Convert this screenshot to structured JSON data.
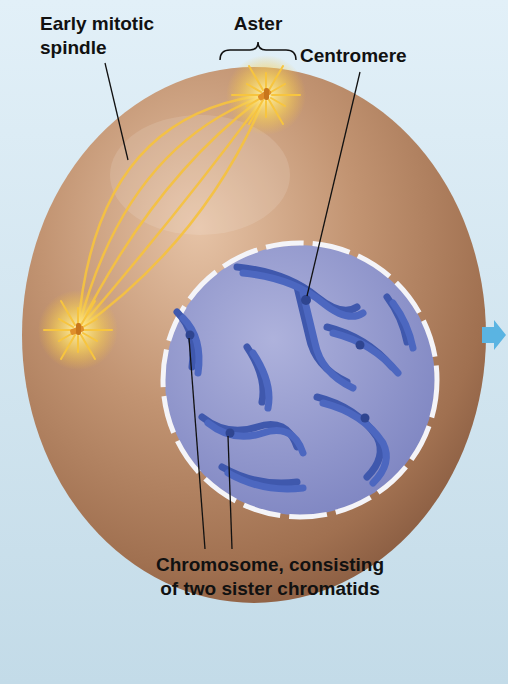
{
  "diagram": {
    "labels": [
      "Early mitotic spindle",
      "Aster",
      "Centromere",
      "Chromosome, consisting of two sister chromatids"
    ]
  }
}
